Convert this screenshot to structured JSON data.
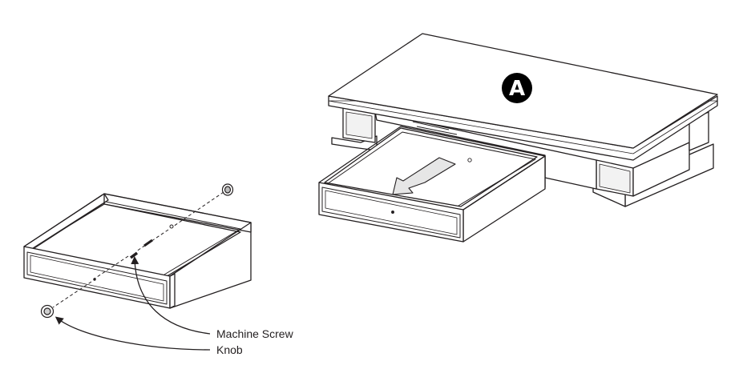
{
  "diagram": {
    "badge": {
      "letter": "A"
    },
    "callouts": [
      {
        "id": "machine-screw",
        "label": "Machine Screw"
      },
      {
        "id": "knob",
        "label": "Knob"
      }
    ]
  },
  "colors": {
    "line": "#231f20",
    "fill": "#ffffff",
    "shade": "#e6e6e6"
  }
}
